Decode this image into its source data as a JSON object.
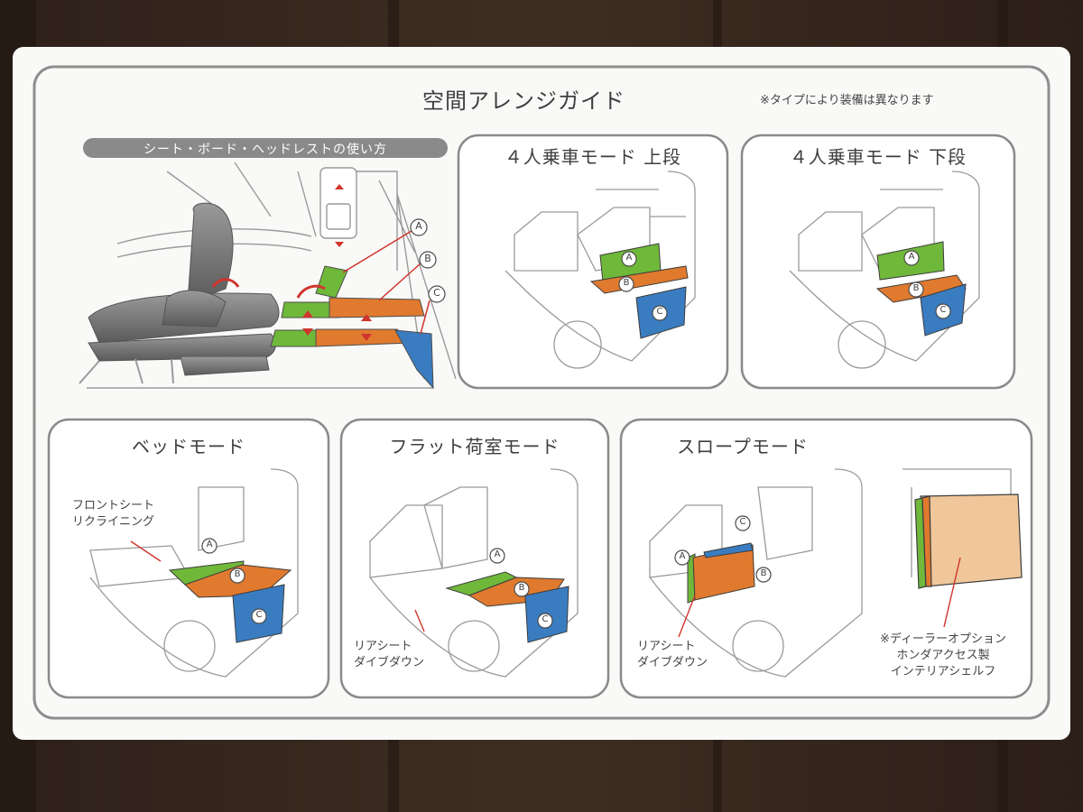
{
  "guide": {
    "title": "空間アレンジガイド",
    "note": "※タイプにより装備は異なります",
    "seat_board_banner": "シート・ボード・ヘッドレストの使い方"
  },
  "markers": {
    "a": "A",
    "b": "B",
    "c": "C"
  },
  "panels": {
    "upper": {
      "title": "４人乗車モード 上段"
    },
    "lower": {
      "title": "４人乗車モード 下段"
    },
    "bed": {
      "title": "ベッドモード",
      "label_line1": "フロントシート",
      "label_line2": "リクライニング"
    },
    "flat": {
      "title": "フラット荷室モード",
      "label_line1": "リアシート",
      "label_line2": "ダイブダウン"
    },
    "slope": {
      "title": "スロープモード",
      "label_line1": "リアシート",
      "label_line2": "ダイブダウン",
      "option_line1": "※ディーラーオプション",
      "option_line2": "ホンダアクセス製",
      "option_line3": "インテリアシェルフ"
    }
  },
  "colors": {
    "board_a": "#6fb83a",
    "board_b": "#e07a2f",
    "board_c": "#3a7cc0",
    "shelf": "#f0c79a",
    "table_wood": "#3b2a20",
    "card": "#fafafa",
    "frame": "#8c8c8c",
    "banner": "#8a8a8a"
  },
  "icons": [
    "rotate-arrow-icon",
    "up-down-arrow-icon"
  ]
}
